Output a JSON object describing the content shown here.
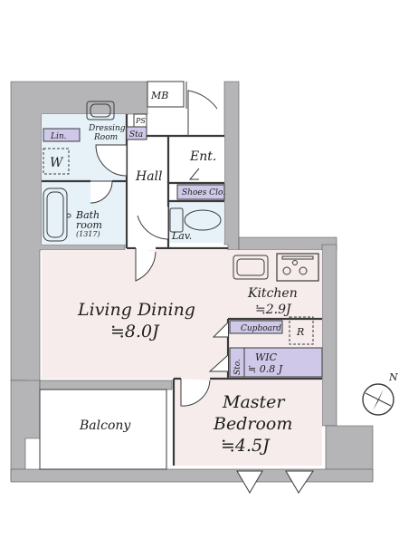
{
  "colors": {
    "wall": "#b5b5b7",
    "living_floor": "#f6ecec",
    "wet_floor": "#e6f1f8",
    "storage_fill": "#cfc8e8",
    "outline": "#3a3a3a"
  },
  "rooms": {
    "mb": "MB",
    "ps": "PS",
    "dressing_line1": "Dressing",
    "dressing_line2": "Room",
    "sta_upper": "Sta",
    "lin": "Lin.",
    "w": "W",
    "hall": "Hall",
    "ent": "Ent.",
    "shoes": "Shoes Clo.",
    "lav": "Lav.",
    "bath_line1": "Bath",
    "bath_line2": "room",
    "bath_size": "(1317)",
    "living": "Living Dining",
    "living_size": "≒8.0J",
    "kitchen": "Kitchen",
    "kitchen_size": "≒2.9J",
    "cupboard": "Cupboard",
    "r": "R",
    "wic": "WIC",
    "wic_size": "≒ 0.8 J",
    "sto_lower": "Sto.",
    "balcony": "Balcony",
    "master_line1": "Master",
    "master_line2": "Bedroom",
    "master_size": "≒4.5J"
  },
  "compass": {
    "label": "N",
    "icon": "north-arrow-icon"
  }
}
